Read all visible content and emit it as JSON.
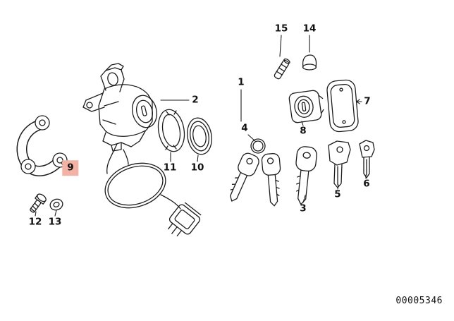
{
  "diagram": {
    "doc_number": "00005346",
    "highlight_color": "#f2b3a6",
    "line_color": "#1c1c1c",
    "background_color": "#ffffff"
  },
  "callouts": {
    "1": {
      "label": "1",
      "part": "key-set",
      "highlighted": false
    },
    "2": {
      "label": "2",
      "part": "ignition-lock-assembly",
      "highlighted": false
    },
    "3": {
      "label": "3",
      "part": "key",
      "highlighted": false
    },
    "4": {
      "label": "4",
      "part": "key-with-ring",
      "highlighted": false
    },
    "5": {
      "label": "5",
      "part": "key-blank",
      "highlighted": false
    },
    "6": {
      "label": "6",
      "part": "key-blank-small",
      "highlighted": false
    },
    "7": {
      "label": "7",
      "part": "cover-cap",
      "highlighted": false
    },
    "8": {
      "label": "8",
      "part": "lock-cylinder",
      "highlighted": false
    },
    "9": {
      "label": "9",
      "part": "mounting-bracket",
      "highlighted": true
    },
    "10": {
      "label": "10",
      "part": "grooved-ring",
      "highlighted": false
    },
    "11": {
      "label": "11",
      "part": "ring",
      "highlighted": false
    },
    "12": {
      "label": "12",
      "part": "screw",
      "highlighted": false
    },
    "13": {
      "label": "13",
      "part": "washer",
      "highlighted": false
    },
    "14": {
      "label": "14",
      "part": "cap",
      "highlighted": false
    },
    "15": {
      "label": "15",
      "part": "pin",
      "highlighted": false
    }
  }
}
